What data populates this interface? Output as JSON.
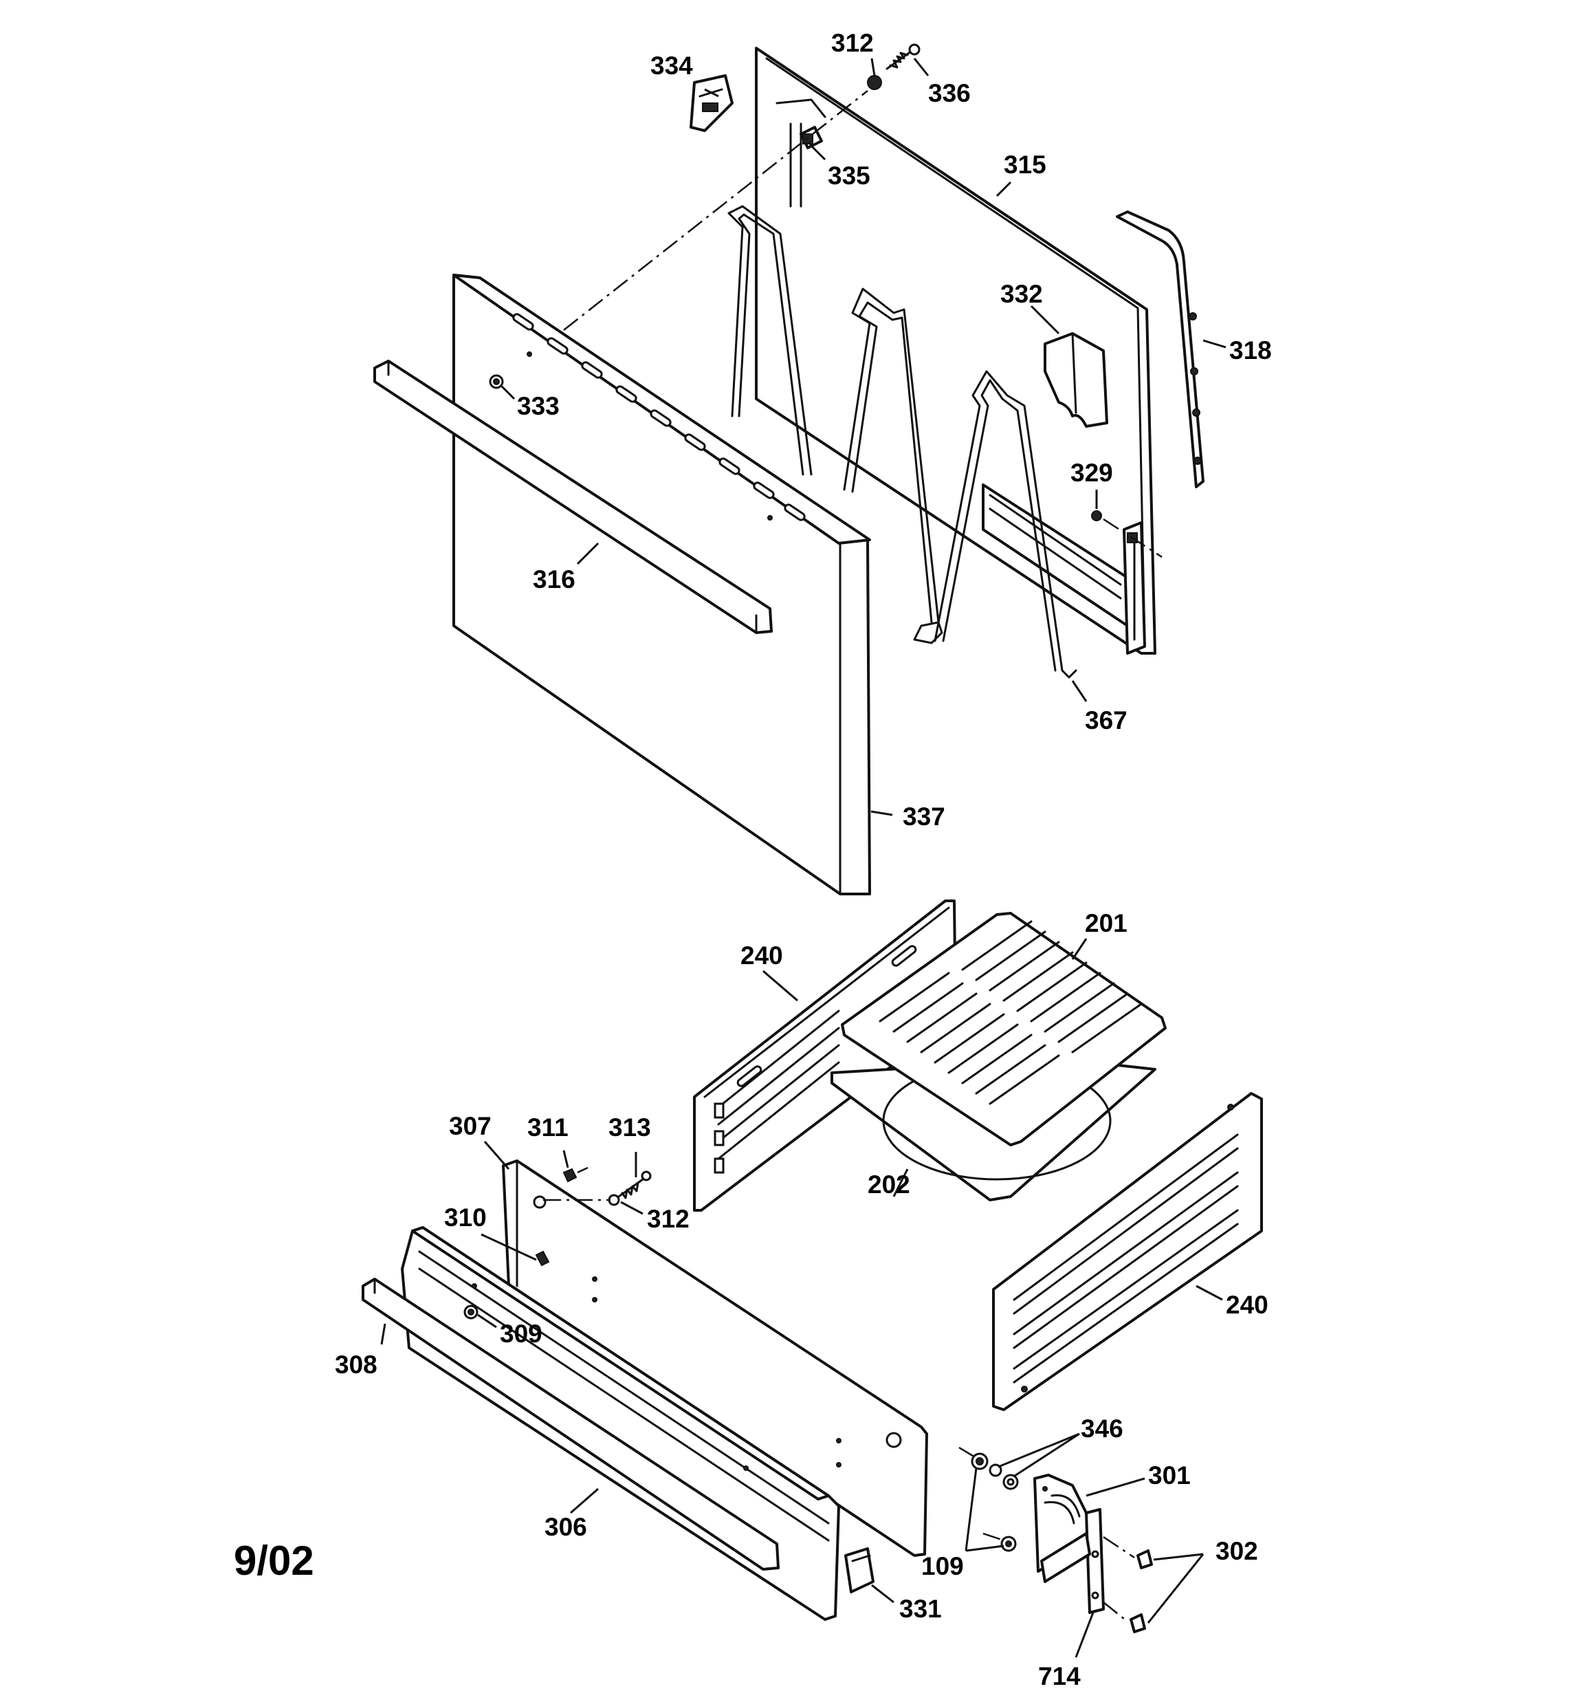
{
  "date_code": "9/02",
  "labels": {
    "l334": "334",
    "l312a": "312",
    "l336": "336",
    "l335": "335",
    "l315": "315",
    "l332": "332",
    "l318": "318",
    "l333": "333",
    "l329": "329",
    "l316": "316",
    "l367": "367",
    "l337": "337",
    "l201": "201",
    "l240a": "240",
    "l307": "307",
    "l311": "311",
    "l313": "313",
    "l312b": "312",
    "l202": "202",
    "l310": "310",
    "l309": "309",
    "l240b": "240",
    "l308": "308",
    "l346": "346",
    "l301": "301",
    "l306": "306",
    "l302": "302",
    "l109": "109",
    "l331": "331",
    "l714": "714"
  }
}
